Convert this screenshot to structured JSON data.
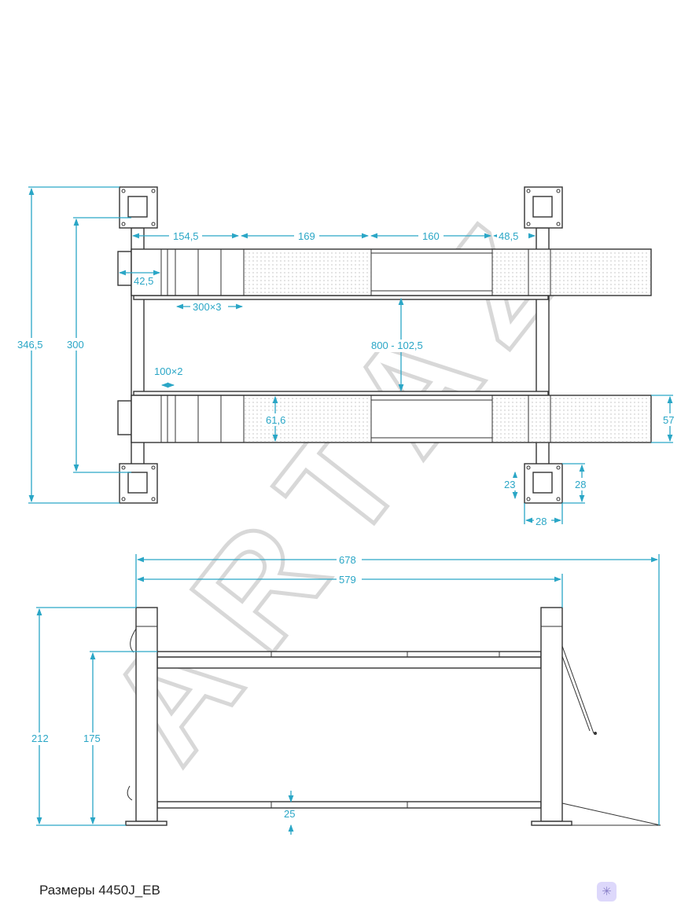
{
  "watermark": "ARTAZ",
  "top_view": {
    "dims": {
      "overall_length": "346,5",
      "post_spacing": "300",
      "seg1": "154,5",
      "seg2": "169",
      "seg3": "160",
      "seg4": "48,5",
      "end_block": "42,5",
      "holes": "300×3",
      "inner_gap": "800 - 102,5",
      "hole_small": "100×2",
      "runway_inner": "61,6",
      "runway_width": "57",
      "post_h": "23",
      "plate_h": "28",
      "plate_w": "28"
    }
  },
  "side_view": {
    "dims": {
      "overall_width": "678",
      "post_width": "579",
      "total_height": "212",
      "lift_height": "175",
      "min_height": "25"
    }
  },
  "caption": "Размеры 4450J_EB",
  "badge_icon": "sparkle-icon"
}
